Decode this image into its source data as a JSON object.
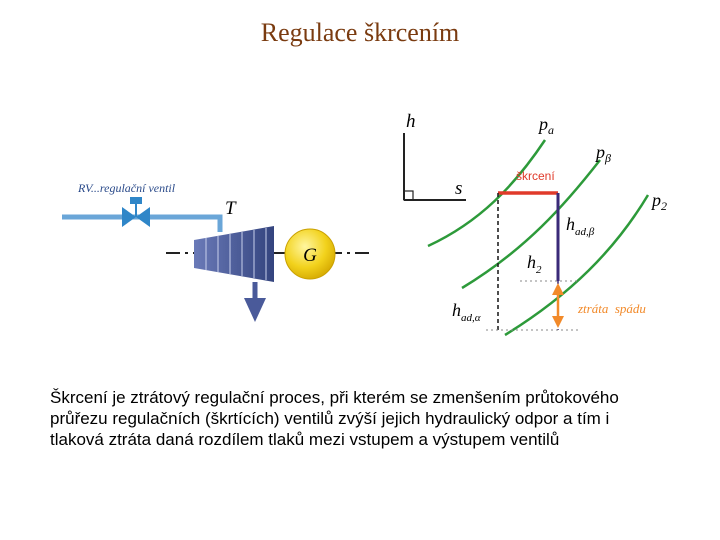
{
  "title": "Regulace škrcením",
  "left_diagram": {
    "valve_label": "RV...regulační ventil",
    "turbine_label": "T",
    "generator_label": "G"
  },
  "hs_diagram": {
    "axis_h": "h",
    "axis_s": "s",
    "isobars": [
      {
        "label_main": "p",
        "label_sub": "a"
      },
      {
        "label_main": "p",
        "label_sub": "β"
      },
      {
        "label_main": "p",
        "label_sub": "2"
      }
    ],
    "throttle_label": "škrcení",
    "h_ad_beta": {
      "main": "h",
      "sub": "ad,β"
    },
    "h2": {
      "main": "h",
      "sub": "2"
    },
    "h_ad_alpha": {
      "main": "h",
      "sub": "ad,α"
    },
    "loss_label": "ztráta  spádu"
  },
  "paragraph": [
    "Škrcení je ztrátový regulační proces, při kterém se zmenšením průtokového",
    "průřezu regulačních (škrtících) ventilů zvýší jejich hydraulický odpor a tím i",
    "tlaková ztráta daná rozdílem tlaků mezi vstupem a výstupem ventilů"
  ],
  "colors": {
    "title": "#7a3b10",
    "pipe": "#6aa6d8",
    "valve": "#2f86c8",
    "turbine": "#4a5a9a",
    "generator": "#f2d21c",
    "isobar": "#2d9a3a",
    "throttle": "#e03a2a",
    "expansion": "#3a2a78",
    "loss_arrow": "#f28a2a"
  }
}
